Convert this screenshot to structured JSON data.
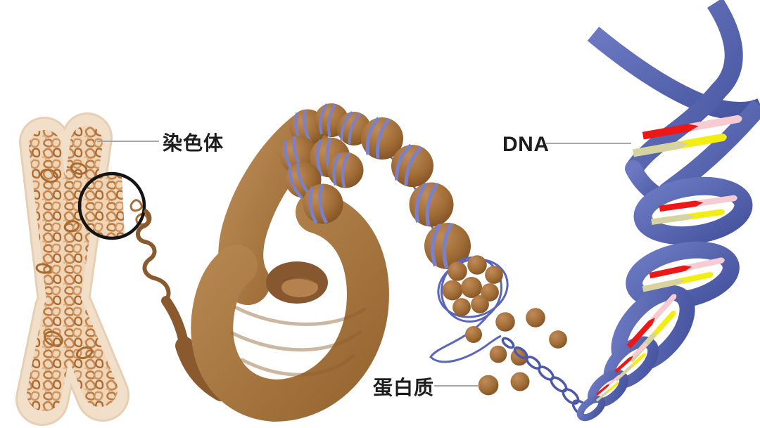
{
  "figure": {
    "labels": {
      "chromosome": "染色体",
      "dna": "DNA",
      "protein": "蛋白质"
    },
    "colors": {
      "background": "#ffffff",
      "chromosome_outline": "#f1dfca",
      "chromatin_brown": "#c5874f",
      "fiber_brown": "#ab7746",
      "dna_blue": "#5463ad",
      "base_red": "#ee1717",
      "base_pink": "#f6cbd1",
      "base_olive": "#d6d3a0",
      "base_yellow": "#f3ee12",
      "label_line_gray": "#a8a8a8",
      "label_text": "#1d1d1d"
    }
  }
}
